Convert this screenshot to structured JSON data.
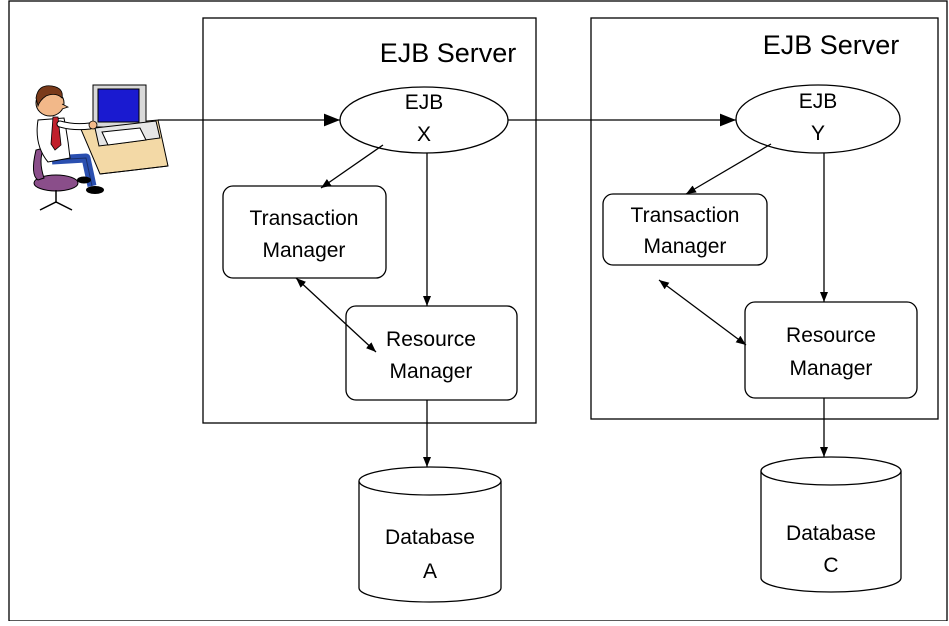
{
  "servers": [
    {
      "title": "EJB Server",
      "ejb": {
        "line1": "EJB",
        "line2": "X"
      },
      "transaction_manager": {
        "line1": "Transaction",
        "line2": "Manager"
      },
      "resource_manager": {
        "line1": "Resource",
        "line2": "Manager"
      },
      "database": {
        "line1": "Database",
        "line2": "A"
      }
    },
    {
      "title": "EJB Server",
      "ejb": {
        "line1": "EJB",
        "line2": "Y"
      },
      "transaction_manager": {
        "line1": "Transaction",
        "line2": "Manager"
      },
      "resource_manager": {
        "line1": "Resource",
        "line2": "Manager"
      },
      "database": {
        "line1": "Database",
        "line2": "C"
      }
    }
  ],
  "user": {
    "icon": "user-at-computer-icon"
  },
  "colors": {
    "monitor_screen": "#1a1ad0",
    "shirt": "#ffffff",
    "pants": "#2a4fb0",
    "chair": "#8a4e8a",
    "desk": "#f3d9a6"
  }
}
